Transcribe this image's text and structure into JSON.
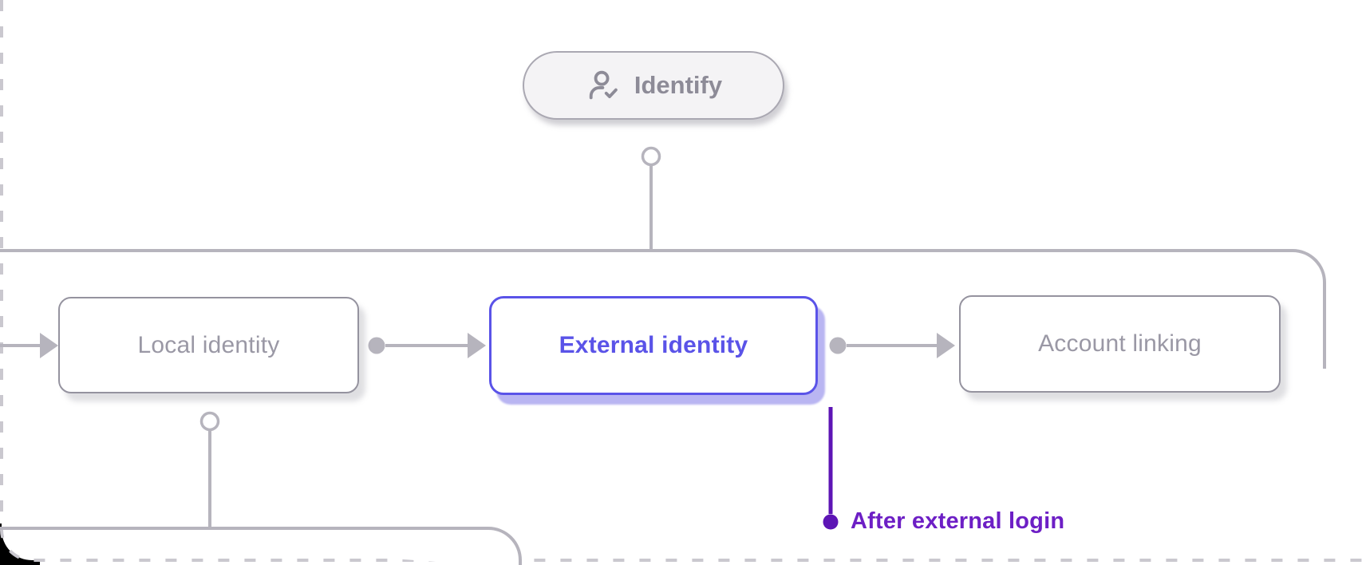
{
  "diagram": {
    "start_node": {
      "label": "Identify",
      "icon": "user-check-icon"
    },
    "nodes": [
      {
        "id": "local-identity",
        "label": "Local identity",
        "state": "default"
      },
      {
        "id": "external-identity",
        "label": "External identity",
        "state": "selected"
      },
      {
        "id": "account-linking",
        "label": "Account linking",
        "state": "default"
      }
    ],
    "edge_label": "After external login"
  },
  "colors": {
    "connector_gray": "#b6b4bd",
    "node_border_gray": "#95939f",
    "node_text_gray": "#9a98a5",
    "selected_indigo": "#5a53e8",
    "selected_shadow_lavender": "#b9b5f2",
    "branch_purple_line": "#5d15b5",
    "branch_purple_label": "#6d1fc5",
    "pill_background": "#f4f3f5",
    "pill_text": "#8d8b97",
    "dashed_border_gray": "#cac8cf",
    "outside_corner_black": "#000000"
  }
}
